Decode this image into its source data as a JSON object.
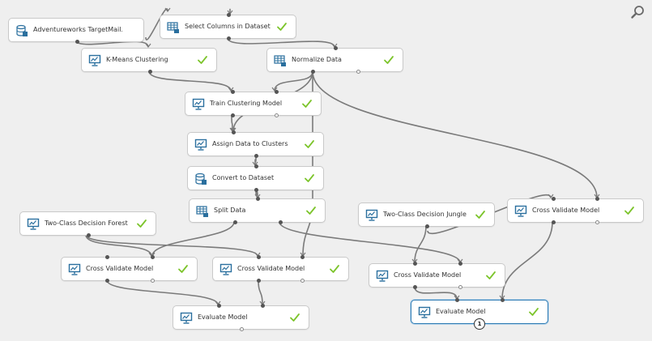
{
  "canvas": {
    "search_icon": "magnifier-icon",
    "colors": {
      "edge": "#7a7a7a",
      "check": "#7cc42b",
      "icon": "#2a6f9e",
      "selected": "#2e7bb3"
    }
  },
  "nodes": {
    "adventureworks": {
      "label": "Adventureworks TargetMail...",
      "icon": "dataset-icon",
      "status": ""
    },
    "select_columns": {
      "label": "Select Columns in Dataset",
      "icon": "table-icon",
      "status": "completed"
    },
    "kmeans": {
      "label": "K-Means Clustering",
      "icon": "model-icon",
      "status": "completed"
    },
    "normalize": {
      "label": "Normalize Data",
      "icon": "table-icon",
      "status": "completed"
    },
    "train_clustering": {
      "label": "Train Clustering Model",
      "icon": "model-icon",
      "status": "completed"
    },
    "assign_clusters": {
      "label": "Assign Data to Clusters",
      "icon": "model-icon",
      "status": "completed"
    },
    "convert_dataset": {
      "label": "Convert to Dataset",
      "icon": "dataset-icon",
      "status": "completed"
    },
    "split_data": {
      "label": "Split Data",
      "icon": "table-icon",
      "status": "completed"
    },
    "forest": {
      "label": "Two-Class Decision Forest",
      "icon": "model-icon",
      "status": "completed"
    },
    "jungle": {
      "label": "Two-Class Decision Jungle",
      "icon": "model-icon",
      "status": "completed"
    },
    "cv_right": {
      "label": "Cross Validate Model",
      "icon": "model-icon",
      "status": "completed"
    },
    "cv_left": {
      "label": "Cross Validate Model",
      "icon": "model-icon",
      "status": "completed"
    },
    "cv_mid": {
      "label": "Cross Validate Model",
      "icon": "model-icon",
      "status": "completed"
    },
    "cv_jungle": {
      "label": "Cross Validate Model",
      "icon": "model-icon",
      "status": "completed"
    },
    "eval_left": {
      "label": "Evaluate Model",
      "icon": "model-icon",
      "status": "completed"
    },
    "eval_right": {
      "label": "Evaluate Model",
      "icon": "model-icon",
      "status": "completed",
      "badge": "1"
    }
  }
}
